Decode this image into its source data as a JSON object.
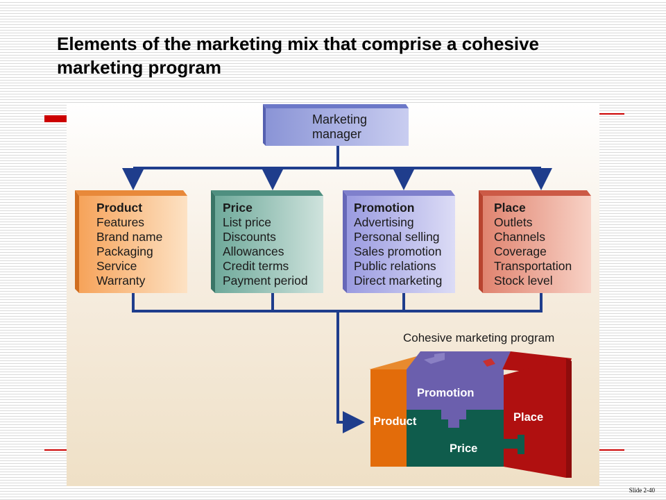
{
  "slide": {
    "title": "Elements of the marketing mix that comprise a cohesive marketing program",
    "number": "Slide 2-40"
  },
  "diagram": {
    "manager": [
      "Marketing",
      "manager"
    ],
    "elements": [
      {
        "heading": "Product",
        "items": [
          "Features",
          "Brand name",
          "Packaging",
          "Service",
          "Warranty"
        ],
        "color": "#f4a460"
      },
      {
        "heading": "Price",
        "items": [
          "List price",
          "Discounts",
          "Allowances",
          "Credit terms",
          "Payment period"
        ],
        "color": "#7fb3a8"
      },
      {
        "heading": "Promotion",
        "items": [
          "Advertising",
          "Personal selling",
          "Sales promotion",
          "Public relations",
          "Direct marketing"
        ],
        "color": "#a8a9e0"
      },
      {
        "heading": "Place",
        "items": [
          "Outlets",
          "Channels",
          "Coverage",
          "Transportation",
          "Stock level"
        ],
        "color": "#e6907e"
      }
    ],
    "program_label": "Cohesive marketing program",
    "puzzle": {
      "product": "Product",
      "promotion": "Promotion",
      "price": "Price",
      "place": "Place"
    },
    "colors": {
      "connector": "#1f3d8c",
      "product": "#e36c0a",
      "promotion": "#6b5fad",
      "price": "#0f5c4c",
      "place": "#b01010"
    }
  }
}
